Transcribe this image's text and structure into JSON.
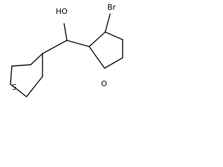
{
  "molecule": {
    "atoms": {
      "hydroxyl": "HO",
      "bromine": "Br",
      "oxygen_furan": "O",
      "sulfur_thiophene": "S"
    },
    "colors": {
      "bond": "#000000",
      "text": "#000000",
      "background": "#ffffff"
    }
  }
}
